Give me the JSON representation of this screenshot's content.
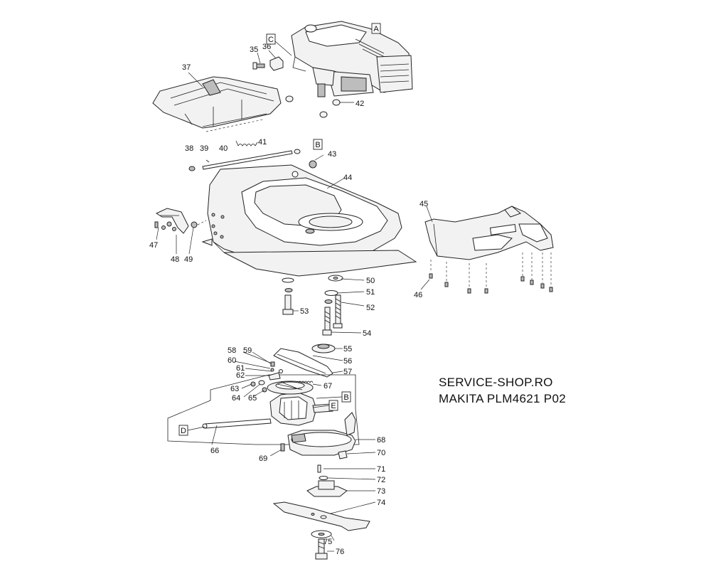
{
  "title": {
    "line1": "SERVICE-SHOP.RO",
    "line2": "MAKITA PLM4621 P02"
  },
  "box_labels": {
    "A": "A",
    "B_top": "B",
    "C": "C",
    "B_lower": "B",
    "D": "D",
    "E": "E"
  },
  "part_numbers": {
    "p35": "35",
    "p36": "36",
    "p37": "37",
    "p38": "38",
    "p39": "39",
    "p40": "40",
    "p41": "41",
    "p42": "42",
    "p43": "43",
    "p44": "44",
    "p45": "45",
    "p46": "46",
    "p47": "47",
    "p48": "48",
    "p49": "49",
    "p50": "50",
    "p51": "51",
    "p52": "52",
    "p53": "53",
    "p54": "54",
    "p55": "55",
    "p56": "56",
    "p57": "57",
    "p58": "58",
    "p59": "59",
    "p60": "60",
    "p61": "61",
    "p62": "62",
    "p63": "63",
    "p64": "64",
    "p65": "65",
    "p66": "66",
    "p67": "67",
    "p68": "68",
    "p69": "69",
    "p70": "70",
    "p71": "71",
    "p72": "72",
    "p73": "73",
    "p74": "74",
    "p75": "75",
    "p76": "76"
  }
}
